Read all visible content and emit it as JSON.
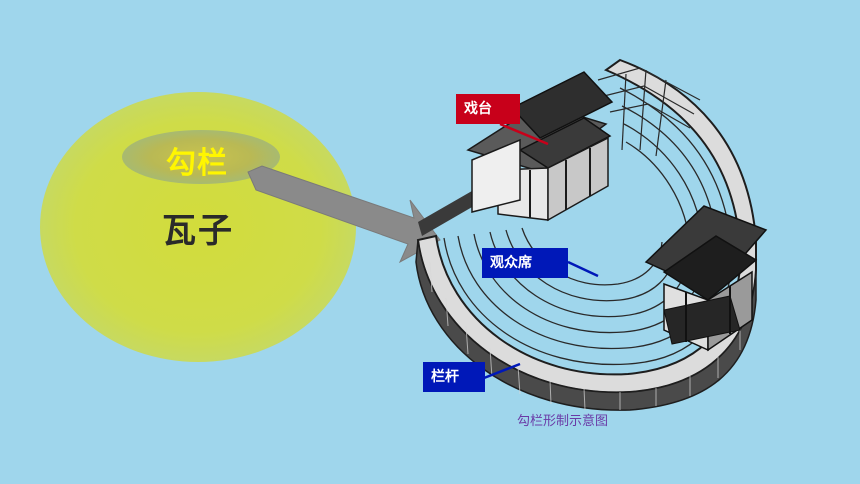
{
  "concept": {
    "main_term": "勾栏",
    "sub_term": "瓦子"
  },
  "labels": {
    "stage": "戏台",
    "audience_seats": "观众席",
    "railing": "栏杆"
  },
  "caption": "勾栏形制示意图",
  "colors": {
    "background": "#9fd6ec",
    "main_term": "#fff600",
    "stage_label": "#c8001a",
    "blue_label": "#0018b8",
    "caption": "#6a3aa6",
    "arrow": "#8a8a8a"
  }
}
